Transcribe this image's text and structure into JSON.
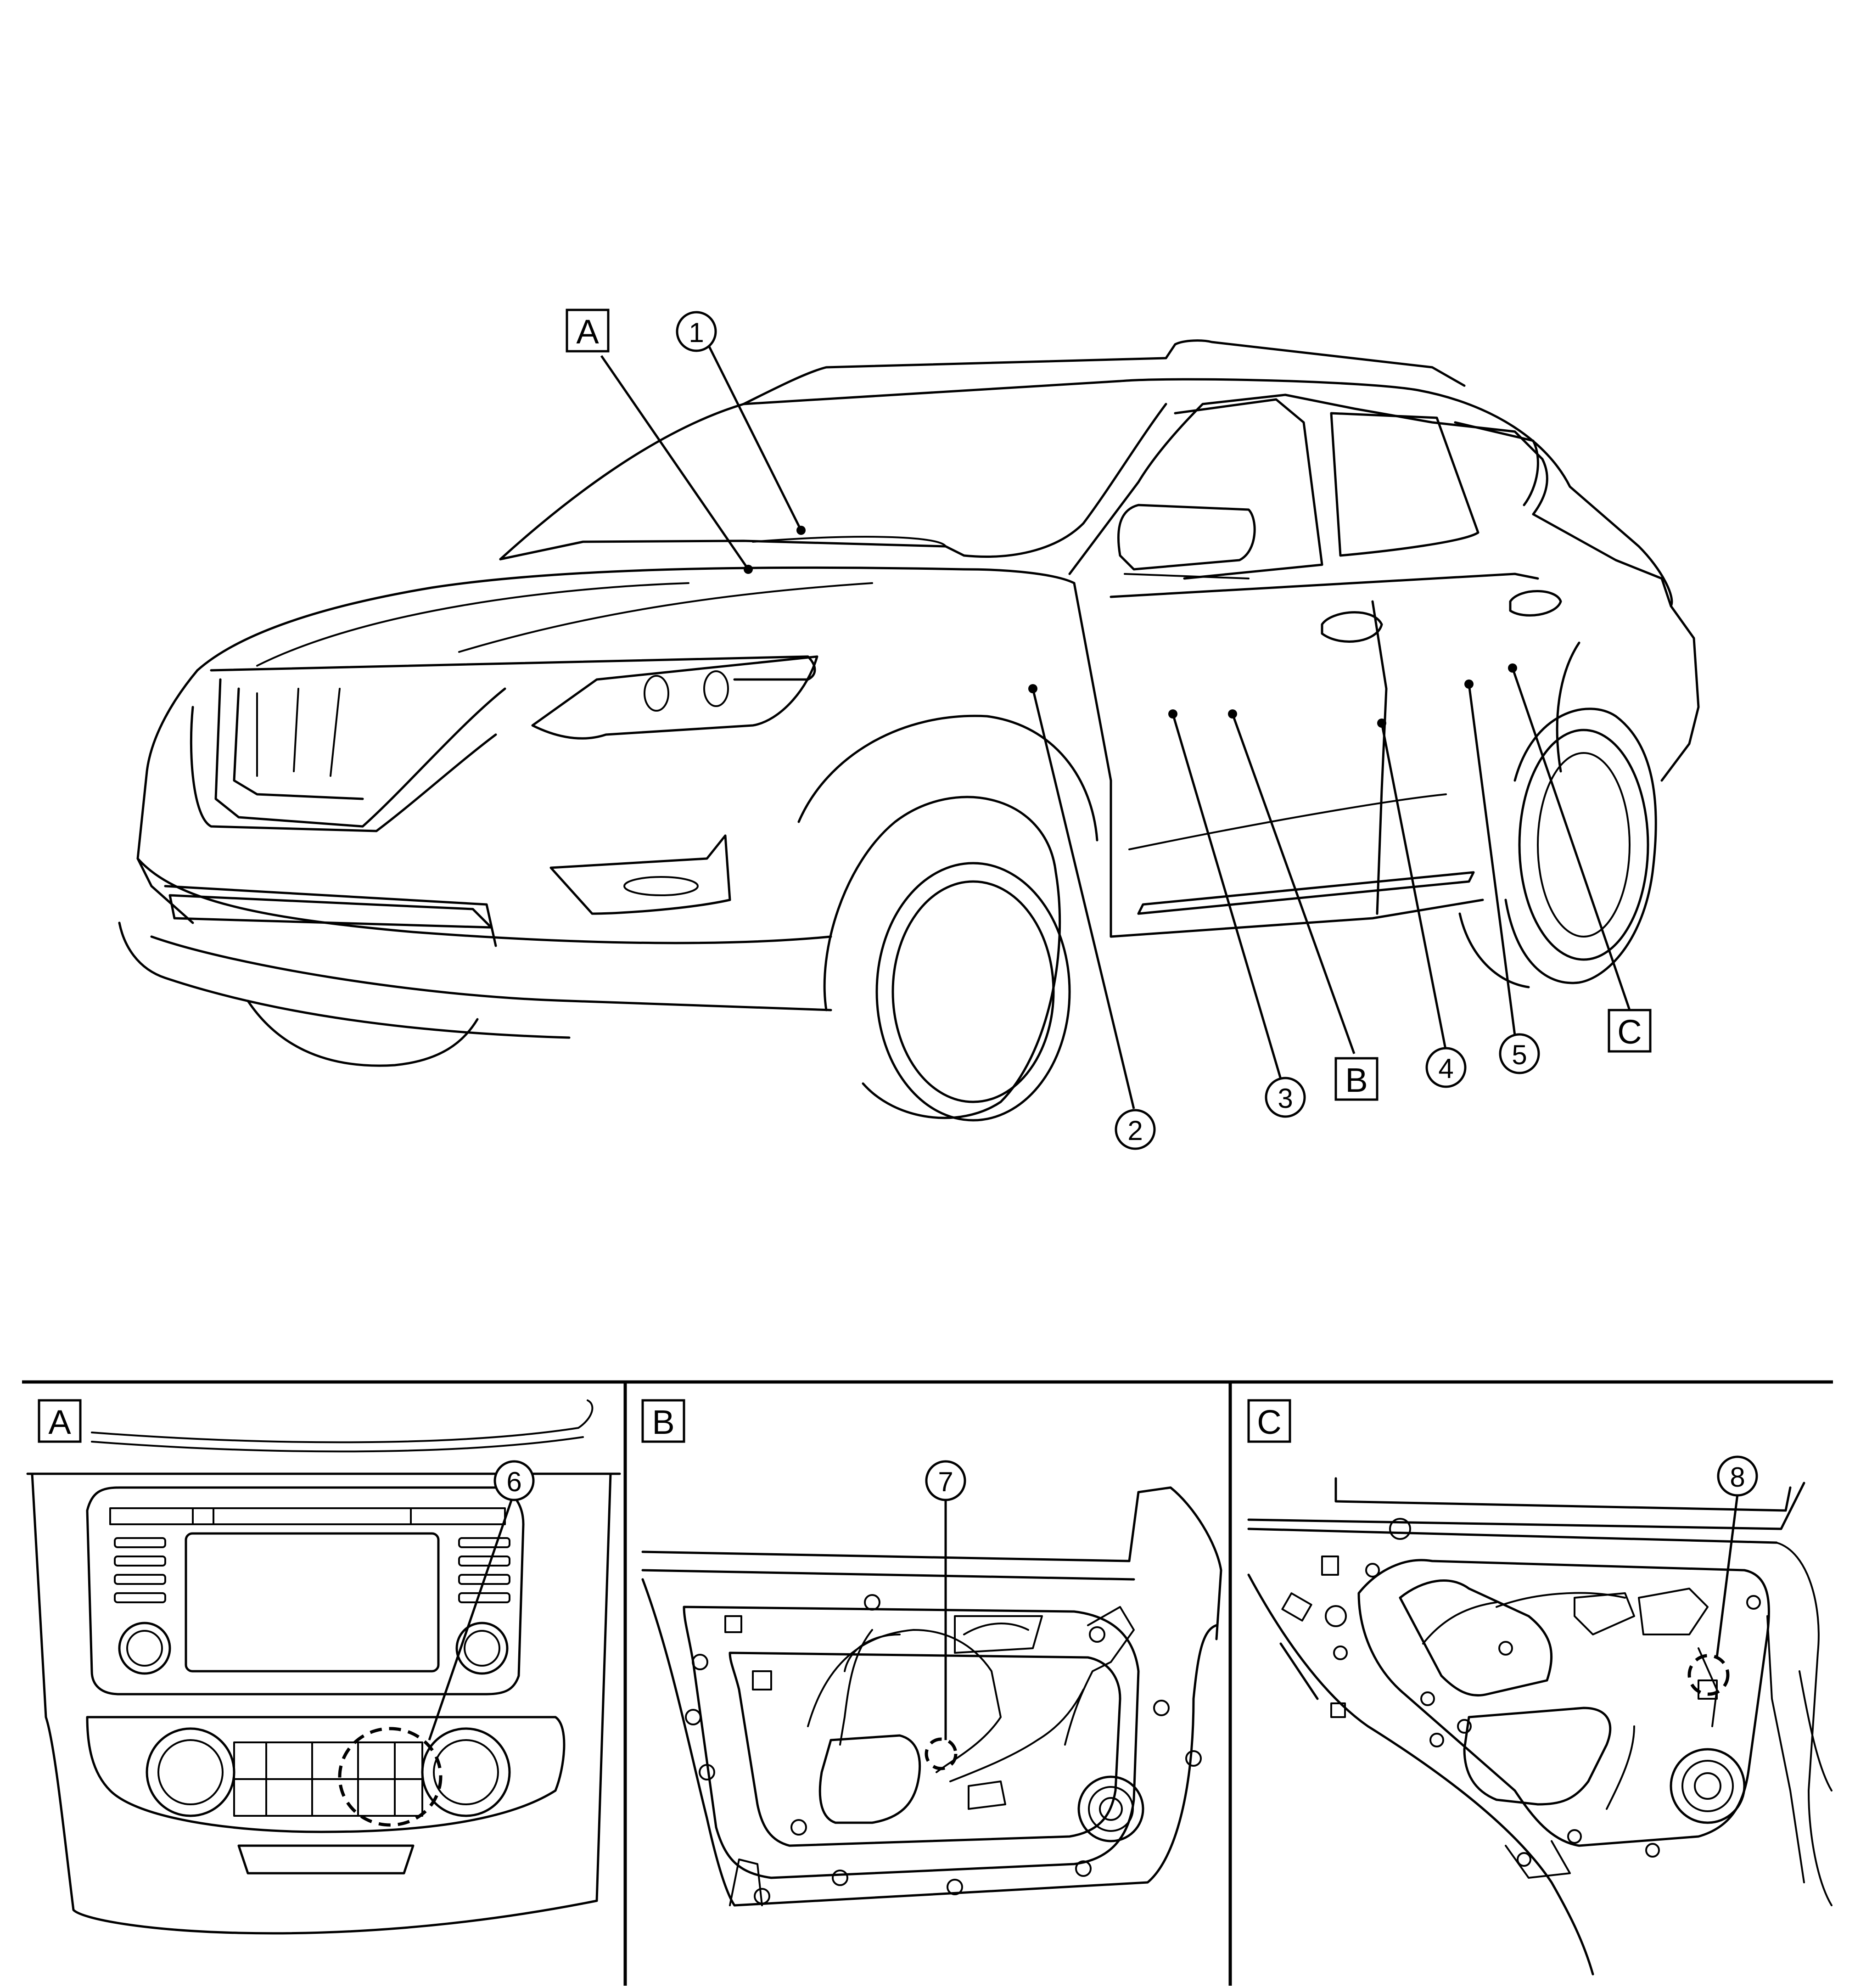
{
  "figure": {
    "callouts": {
      "c1": "1",
      "c2": "2",
      "c3": "3",
      "c4": "4",
      "c5": "5",
      "c6": "6",
      "c7": "7",
      "c8": "8"
    },
    "views": {
      "a": "A",
      "b": "B",
      "c": "C"
    },
    "panels": [
      {
        "label": "A",
        "content": "instrument panel center stack",
        "callout": "6"
      },
      {
        "label": "B",
        "content": "front door inner panel",
        "callout": "7"
      },
      {
        "label": "C",
        "content": "rear door inner panel",
        "callout": "8"
      }
    ]
  }
}
